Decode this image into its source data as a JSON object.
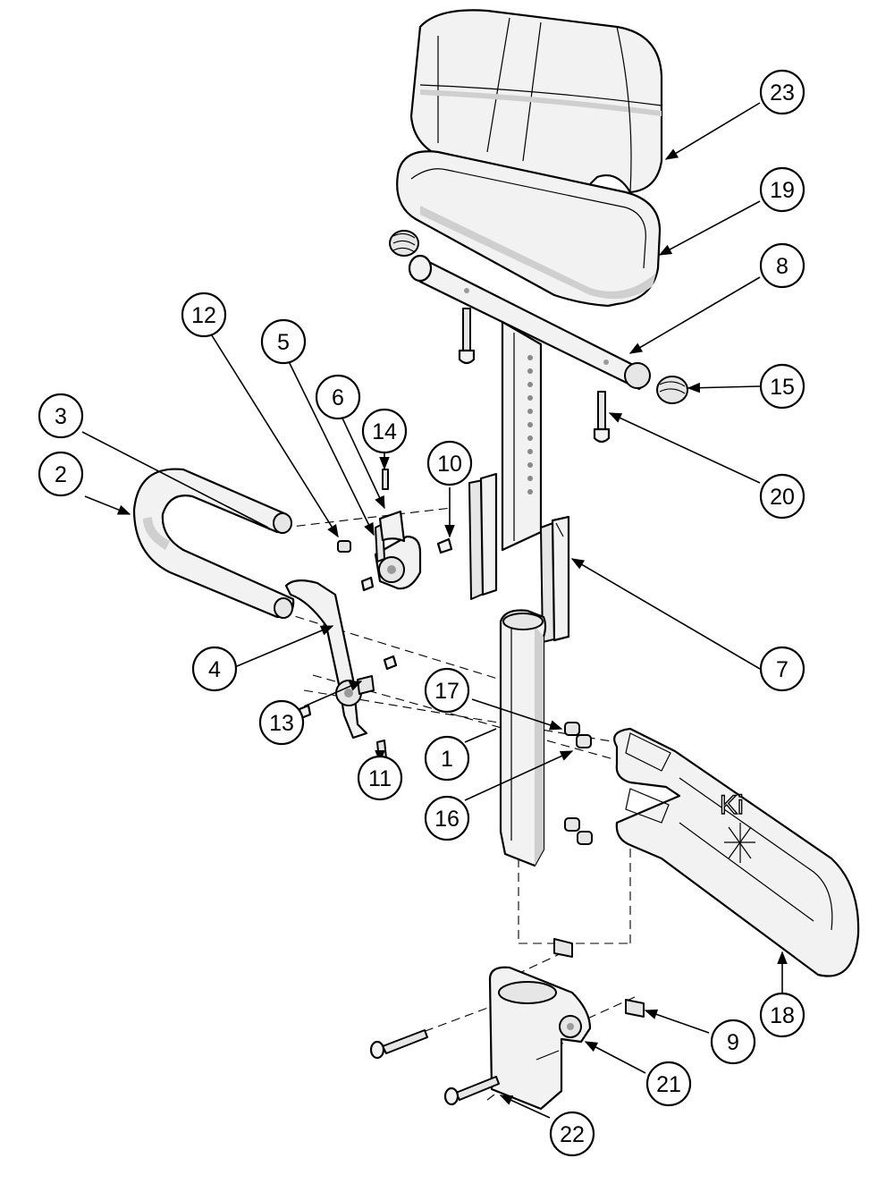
{
  "callouts": [
    {
      "id": "c23",
      "label": "23"
    },
    {
      "id": "c19",
      "label": "19"
    },
    {
      "id": "c8",
      "label": "8"
    },
    {
      "id": "c15",
      "label": "15"
    },
    {
      "id": "c20",
      "label": "20"
    },
    {
      "id": "c12",
      "label": "12"
    },
    {
      "id": "c5",
      "label": "5"
    },
    {
      "id": "c6",
      "label": "6"
    },
    {
      "id": "c14",
      "label": "14"
    },
    {
      "id": "c10",
      "label": "10"
    },
    {
      "id": "c3",
      "label": "3"
    },
    {
      "id": "c2",
      "label": "2"
    },
    {
      "id": "c7",
      "label": "7"
    },
    {
      "id": "c4",
      "label": "4"
    },
    {
      "id": "c13",
      "label": "13"
    },
    {
      "id": "c17",
      "label": "17"
    },
    {
      "id": "c11",
      "label": "11"
    },
    {
      "id": "c1",
      "label": "1"
    },
    {
      "id": "c16",
      "label": "16"
    },
    {
      "id": "c18",
      "label": "18"
    },
    {
      "id": "c9",
      "label": "9"
    },
    {
      "id": "c21",
      "label": "21"
    },
    {
      "id": "c22",
      "label": "22"
    }
  ],
  "logo_text": "Ki"
}
